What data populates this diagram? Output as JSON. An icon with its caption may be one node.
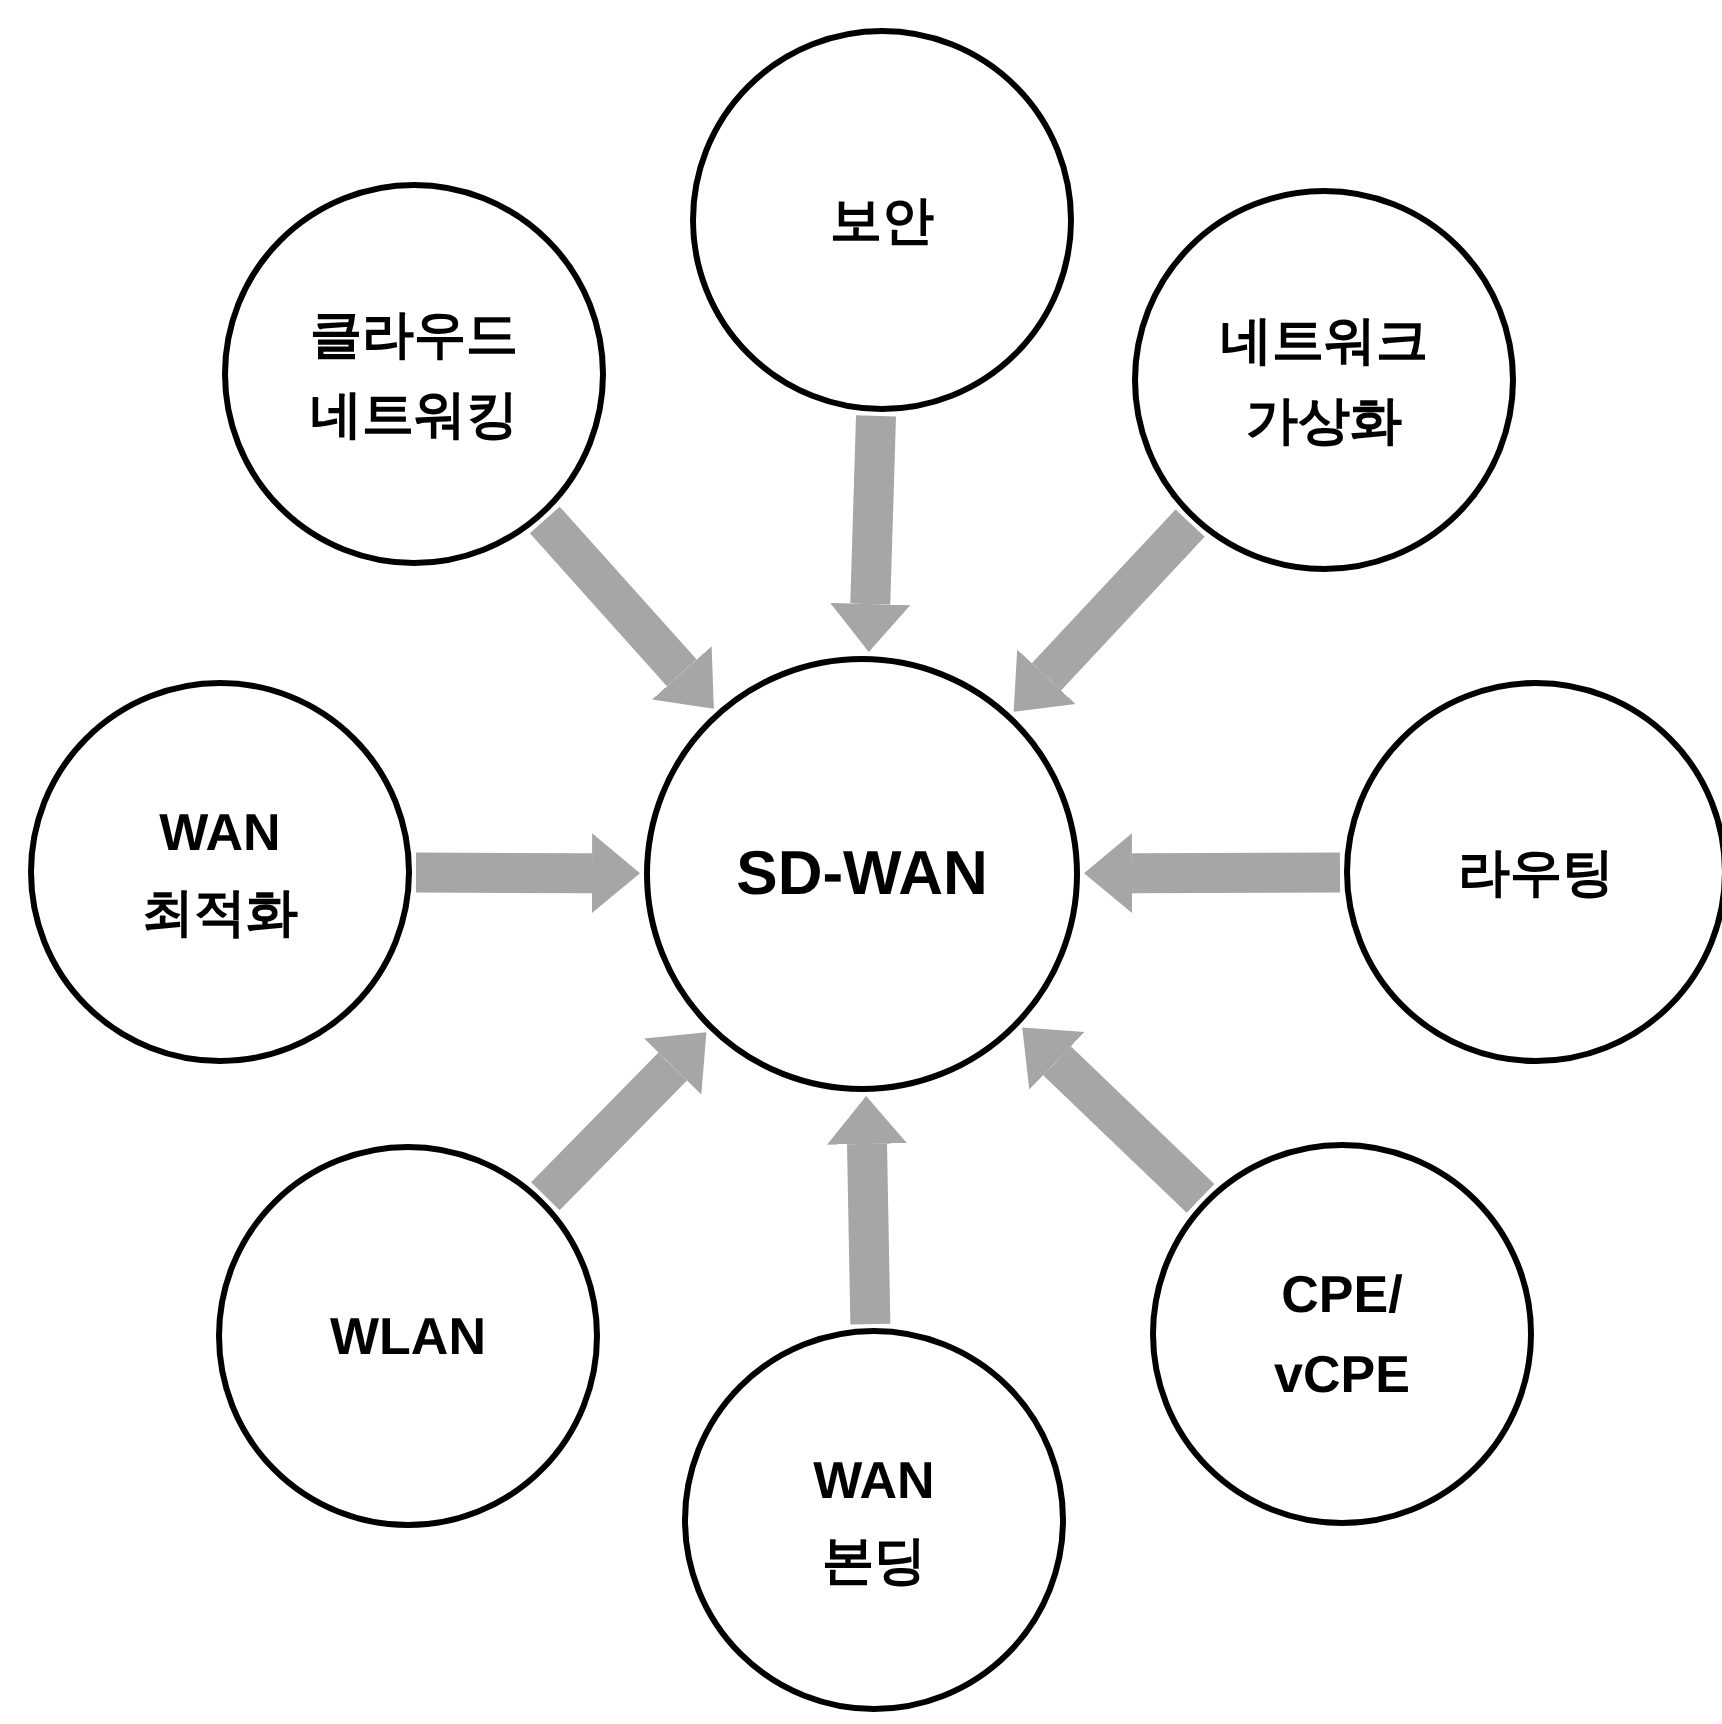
{
  "diagram": {
    "nodes": [
      {
        "text": [
          "보안"
        ]
      },
      {
        "text": [
          "클라우드 네트워킹"
        ]
      },
      {
        "text": [
          "네트워크 가상화"
        ]
      },
      {
        "text": [
          "WAN 최적화"
        ]
      },
      {
        "text": [
          "SD-WAN"
        ]
      },
      {
        "text": [
          "라우팅"
        ]
      },
      {
        "text": [
          "WLAN"
        ]
      },
      {
        "text": [
          "CPE/ vCPE"
        ]
      },
      {
        "text": [
          "WAN 본딩"
        ]
      }
    ],
    "edges": [
      {
        "from": 0,
        "to": 4,
        "arrow": "to"
      },
      {
        "from": 1,
        "to": 4,
        "arrow": "to"
      },
      {
        "from": 2,
        "to": 4,
        "arrow": "to"
      },
      {
        "from": 3,
        "to": 4,
        "arrow": "to"
      },
      {
        "from": 5,
        "to": 4,
        "arrow": "to"
      },
      {
        "from": 6,
        "to": 4,
        "arrow": "to"
      },
      {
        "from": 7,
        "to": 4,
        "arrow": "to"
      },
      {
        "from": 8,
        "to": 4,
        "arrow": "to"
      }
    ]
  }
}
